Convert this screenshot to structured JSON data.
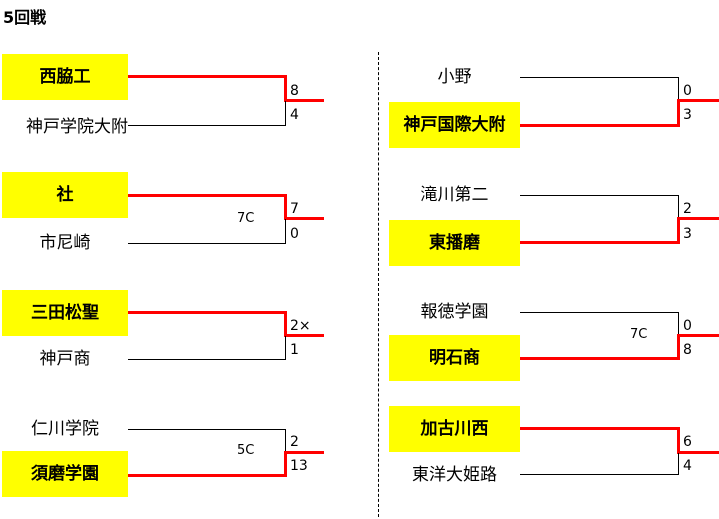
{
  "title": "5回戦",
  "matches": [
    {
      "top": "西脇工",
      "bottom": "神戸学院大附",
      "score_top": "8",
      "score_bottom": "4",
      "note": ""
    },
    {
      "top": "社",
      "bottom": "市尼崎",
      "score_top": "7",
      "score_bottom": "0",
      "note": "7C"
    },
    {
      "top": "三田松聖",
      "bottom": "神戸商",
      "score_top": "2×",
      "score_bottom": "1",
      "note": ""
    },
    {
      "top": "仁川学院",
      "bottom": "須磨学園",
      "score_top": "2",
      "score_bottom": "13",
      "note": "5C"
    },
    {
      "top": "小野",
      "bottom": "神戸国際大附",
      "score_top": "0",
      "score_bottom": "3",
      "note": ""
    },
    {
      "top": "滝川第二",
      "bottom": "東播磨",
      "score_top": "2",
      "score_bottom": "3",
      "note": ""
    },
    {
      "top": "報徳学園",
      "bottom": "明石商",
      "score_top": "0",
      "score_bottom": "8",
      "note": "7C"
    },
    {
      "top": "加古川西",
      "bottom": "東洋大姫路",
      "score_top": "6",
      "score_bottom": "4",
      "note": ""
    }
  ]
}
